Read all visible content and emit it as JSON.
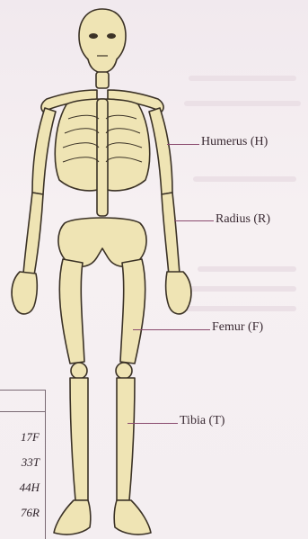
{
  "labels": {
    "humerus": "Humerus (H)",
    "radius": "Radius (R)",
    "femur": "Femur (F)",
    "tibia": "Tibia (T)"
  },
  "table": {
    "rows": [
      "17F",
      "33T",
      "44H",
      "76R"
    ]
  },
  "colors": {
    "bone_fill": "#efe4b4",
    "bone_outline": "#3b3226",
    "leader_line": "#8a4a6e",
    "background": "#f4eef1"
  }
}
